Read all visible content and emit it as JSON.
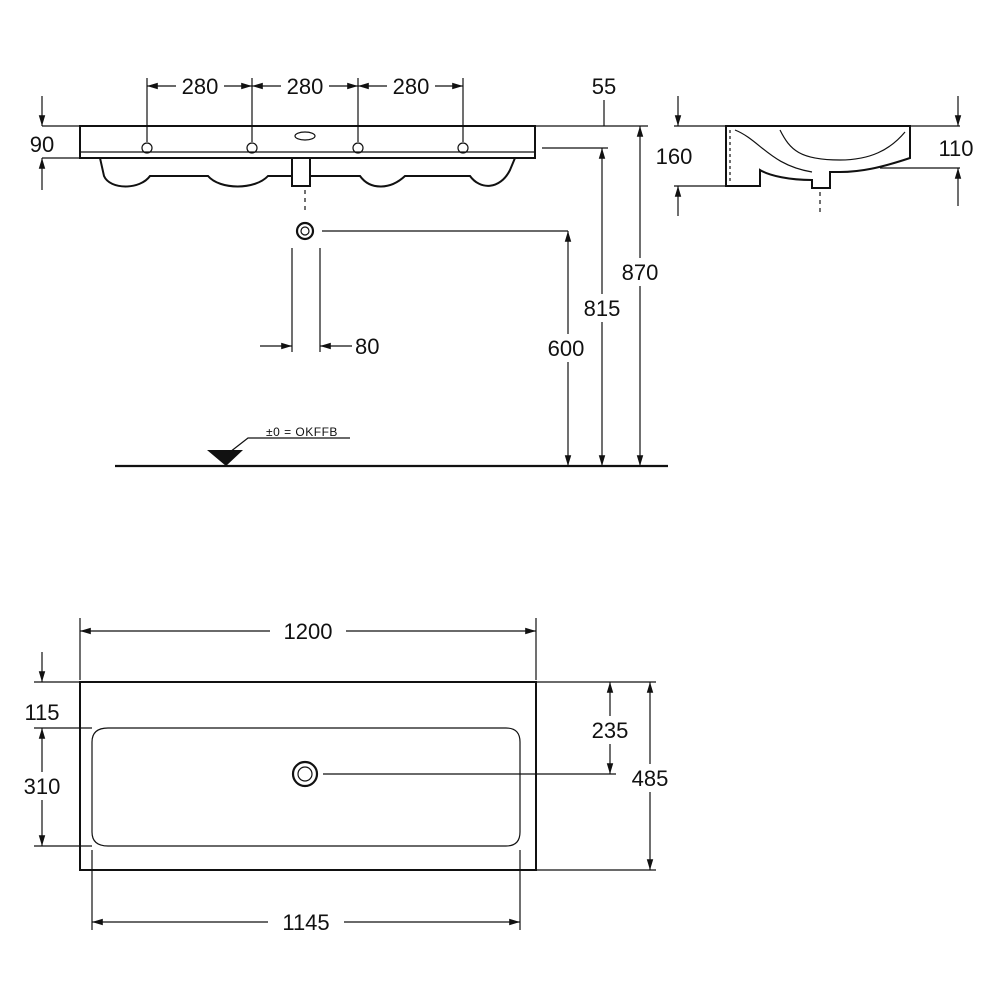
{
  "front_view": {
    "tap_spacing": [
      "280",
      "280",
      "280"
    ],
    "overhang": "55",
    "rim_height": "90",
    "waste_spacing": "80",
    "waste_height": "600",
    "underside_height": "815",
    "top_height": "870",
    "floor_note": "±0 = OKFFB"
  },
  "side_view": {
    "depth_back": "160",
    "depth_front": "110"
  },
  "plan_view": {
    "overall_width": "1200",
    "bowl_width": "1145",
    "back_margin": "115",
    "bowl_depth": "310",
    "waste_offset": "235",
    "overall_depth": "485"
  }
}
